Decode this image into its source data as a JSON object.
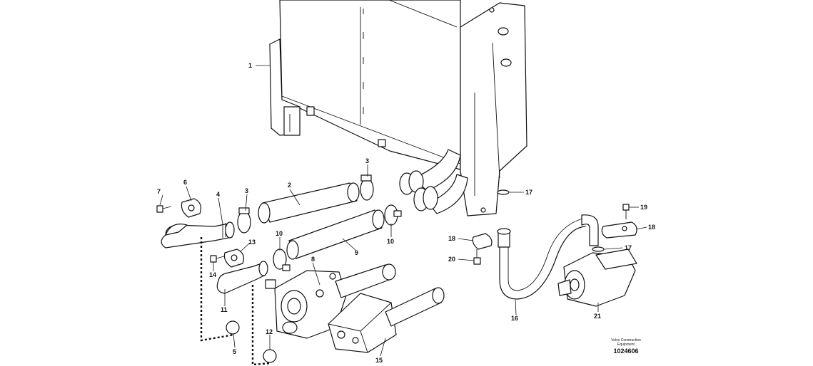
{
  "diagram": {
    "callouts": {
      "c1": "1",
      "c2": "2",
      "c3a": "3",
      "c3b": "3",
      "c4": "4",
      "c5": "5",
      "c6": "6",
      "c7": "7",
      "c8": "8",
      "c9": "9",
      "c10a": "10",
      "c10b": "10",
      "c11": "11",
      "c12": "12",
      "c13": "13",
      "c14": "14",
      "c15": "15",
      "c16": "16",
      "c17a": "17",
      "c17b": "17",
      "c18a": "18",
      "c18b": "18",
      "c19": "19",
      "c20": "20",
      "c21": "21"
    },
    "brand_line1": "Volvo Construction",
    "brand_line2": "Equipment",
    "doc_number": "1024606"
  }
}
